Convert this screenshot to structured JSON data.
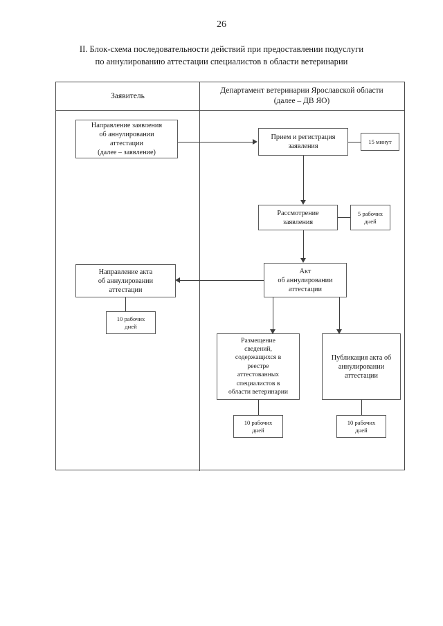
{
  "page": {
    "number": "26"
  },
  "title": {
    "line1": "II. Блок-схема последовательности действий при предоставлении подуслуги",
    "line2": "по аннулированию аттестации специалистов в области ветеринарии"
  },
  "table": {
    "columns": [
      {
        "id": "applicant",
        "header": "Заявитель"
      },
      {
        "id": "department",
        "header_line1": "Департамент ветеринарии Ярославской области",
        "header_line2": "(далее – ДВ ЯО)"
      }
    ]
  },
  "nodes": {
    "submit_application": {
      "line1": "Направление заявления",
      "line2": "об аннулировании",
      "line3": "аттестации",
      "line4": "(далее – заявление)"
    },
    "receive_register": {
      "line1": "Прием и регистрация",
      "line2": "заявления"
    },
    "review_application": {
      "line1": "Рассмотрение",
      "line2": "заявления"
    },
    "annulment_act": {
      "line1": "Акт",
      "line2": "об аннулировании",
      "line3": "аттестации"
    },
    "send_act": {
      "line1": "Направление акта",
      "line2": "об аннулировании",
      "line3": "аттестации"
    },
    "register_publication": {
      "line1": "Размещение",
      "line2": "сведений,",
      "line3": "содержащихся в",
      "line4": "реестре",
      "line5": "аттестованных",
      "line6": "специалистов в",
      "line7": "области ветеринарии"
    },
    "publish_act": {
      "line1": "Публикация акта об",
      "line2": "аннулировании",
      "line3": "аттестации"
    }
  },
  "durations": {
    "receive_register": {
      "line1": "15 минут",
      "line2": ""
    },
    "review_application": {
      "line1": "5 рабочих",
      "line2": "дней"
    },
    "send_act": {
      "line1": "10 рабочих",
      "line2": "дней"
    },
    "register_publication": {
      "line1": "10 рабочих",
      "line2": "дней"
    },
    "publish_act": {
      "line1": "10 рабочих",
      "line2": "дней"
    }
  },
  "diagram_data": {
    "type": "flowchart",
    "title": "II. Блок-схема последовательности действий при предоставлении подуслуги по аннулированию аттестации специалистов в области ветеринарии",
    "swimlanes": [
      "Заявитель",
      "Департамент ветеринарии Ярославской области (далее – ДВ ЯО)"
    ],
    "steps": [
      {
        "id": "submit_application",
        "lane": "Заявитель",
        "label": "Направление заявления об аннулировании аттестации (далее – заявление)",
        "duration": ""
      },
      {
        "id": "receive_register",
        "lane": "ДВ ЯО",
        "label": "Прием и регистрация заявления",
        "duration": "15 минут"
      },
      {
        "id": "review_application",
        "lane": "ДВ ЯО",
        "label": "Рассмотрение заявления",
        "duration": "5 рабочих дней"
      },
      {
        "id": "annulment_act",
        "lane": "ДВ ЯО",
        "label": "Акт об аннулировании аттестации",
        "duration": ""
      },
      {
        "id": "send_act",
        "lane": "Заявитель",
        "label": "Направление акта об аннулировании аттестации",
        "duration": "10 рабочих дней"
      },
      {
        "id": "register_publication",
        "lane": "ДВ ЯО",
        "label": "Размещение сведений, содержащихся в реестре аттестованных специалистов в области ветеринарии",
        "duration": "10 рабочих дней"
      },
      {
        "id": "publish_act",
        "lane": "ДВ ЯО",
        "label": "Публикация акта об аннулировании аттестации",
        "duration": "10 рабочих дней"
      }
    ],
    "edges": [
      {
        "from": "submit_application",
        "to": "receive_register",
        "direction": "right"
      },
      {
        "from": "receive_register",
        "to": "review_application",
        "direction": "down"
      },
      {
        "from": "review_application",
        "to": "annulment_act",
        "direction": "down"
      },
      {
        "from": "annulment_act",
        "to": "send_act",
        "direction": "left"
      },
      {
        "from": "annulment_act",
        "to": "register_publication",
        "direction": "down"
      },
      {
        "from": "annulment_act",
        "to": "publish_act",
        "direction": "down"
      }
    ]
  }
}
